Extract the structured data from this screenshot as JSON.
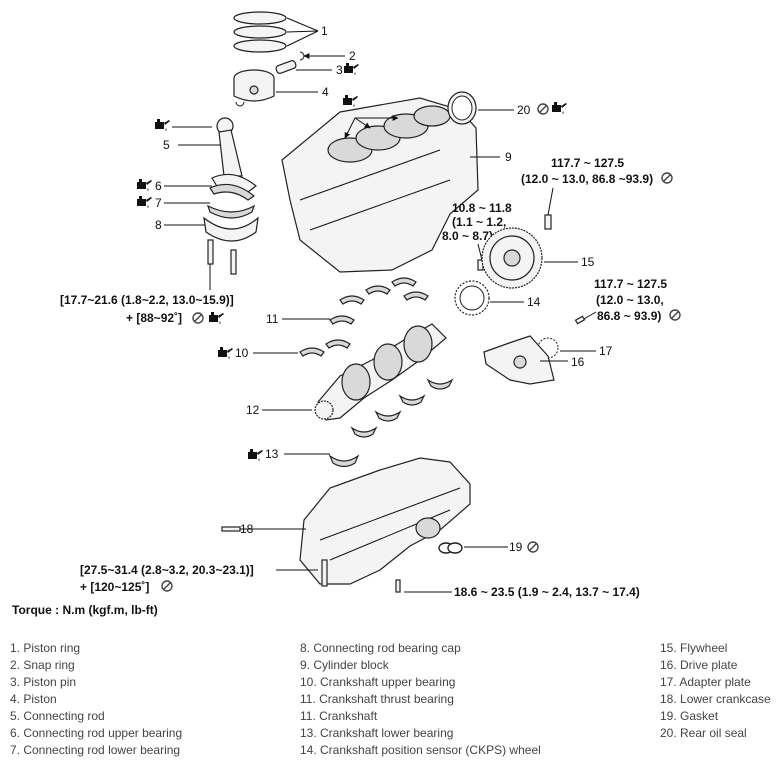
{
  "callouts": {
    "c1": "1",
    "c2": "2",
    "c3": "3",
    "c4": "4",
    "c5": "5",
    "c6": "6",
    "c7": "7",
    "c8": "8",
    "c9": "9",
    "c10": "10",
    "c11": "11",
    "c12": "12",
    "c13": "13",
    "c14": "14",
    "c15": "15",
    "c16": "16",
    "c17": "17",
    "c18": "18",
    "c19": "19",
    "c20": "20"
  },
  "specs": {
    "flywheel_bolt": {
      "line1": "117.7 ~ 127.5",
      "line2": "(12.0 ~ 13.0, 86.8 ~93.9)"
    },
    "sensor_bolt": {
      "line1": "10.8 ~ 11.8",
      "line2": "(1.1 ~ 1.2,",
      "line3": "8.0 ~ 8.7)"
    },
    "drive_plate_bolt": {
      "line1": "117.7 ~ 127.5",
      "line2": "(12.0 ~ 13.0,",
      "line3": "86.8 ~ 93.9)"
    },
    "conrod_bolt": {
      "line1": "[17.7~21.6 (1.8~2.2, 13.0~15.9)]",
      "line2": "+ [88~92˚]"
    },
    "crankcase_bolt_large": {
      "line1": "[27.5~31.4 (2.8~3.2, 20.3~23.1)]",
      "line2": "+ [120~125˚]"
    },
    "crankcase_bolt_small": {
      "line1": "18.6 ~ 23.5 (1.9 ~ 2.4, 13.7 ~ 17.4)"
    }
  },
  "torque_units": "Torque : N.m (kgf.m, lb-ft)",
  "legend": {
    "col1": [
      "1.  Piston ring",
      "2.  Snap ring",
      "3.  Piston pin",
      "4.  Piston",
      "5.  Connecting rod",
      "6.  Connecting rod upper bearing",
      "7.  Connecting rod lower bearing"
    ],
    "col2": [
      "8.  Connecting rod bearing cap",
      "9. Cylinder block",
      "10. Crankshaft upper bearing",
      "11. Crankshaft thrust bearing",
      "11. Crankshaft",
      "13. Crankshaft lower bearing",
      "14. Crankshaft position sensor (CKPS) wheel"
    ],
    "col3": [
      "15. Flywheel",
      "16. Drive plate",
      "17. Adapter plate",
      "18. Lower crankcase",
      "19. Gasket",
      "20. Rear oil seal"
    ]
  },
  "icons": {
    "oil": "oil-can-icon",
    "do_not_reuse": "prohibited-reuse-icon"
  }
}
